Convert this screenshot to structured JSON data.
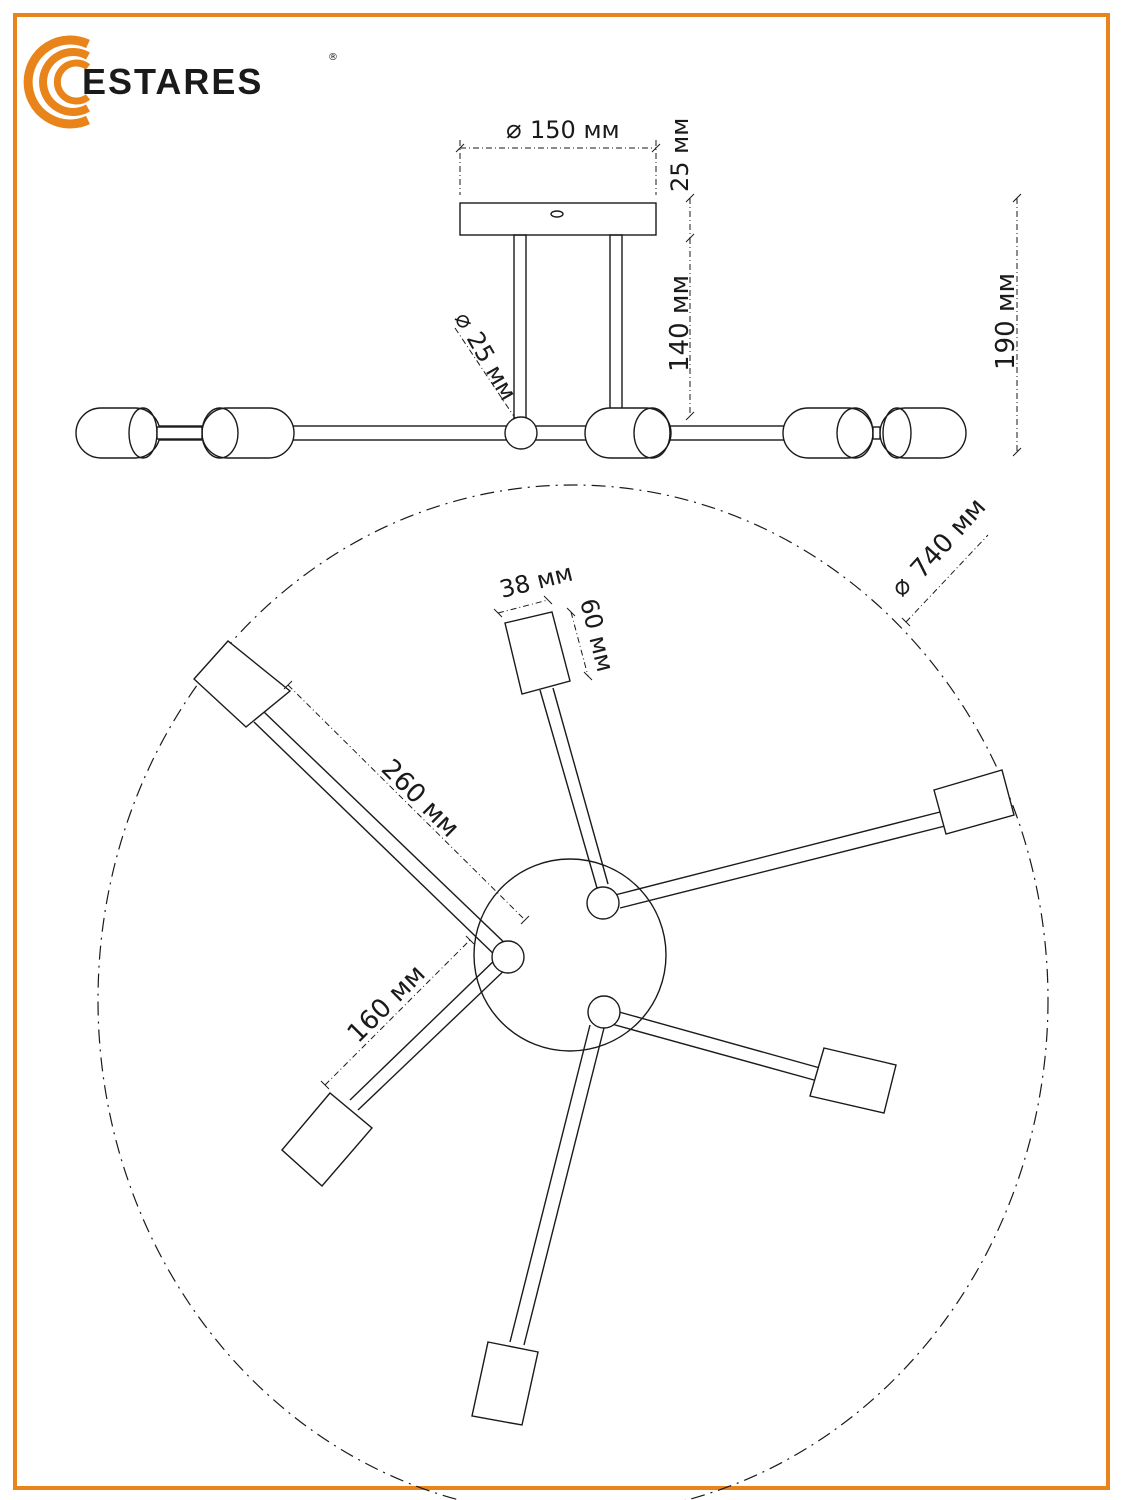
{
  "brand": {
    "name": "ESTARES",
    "registered_mark": "®",
    "accent_color": "#e8841a",
    "text_color": "#1a1a1a"
  },
  "frame_color": "#e8841a",
  "line_color": "#1a1a1a",
  "dimensions": {
    "canopy_diameter": "150 мм",
    "canopy_height": "25 мм",
    "rod_height": "140 мм",
    "total_height": "190 мм",
    "rod_diameter": "25 мм",
    "shade_width": "38 мм",
    "shade_length": "60 мм",
    "overall_diameter": "740 мм",
    "long_arm": "260 мм",
    "short_arm": "160 мм"
  },
  "diameter_symbol": "⌀"
}
